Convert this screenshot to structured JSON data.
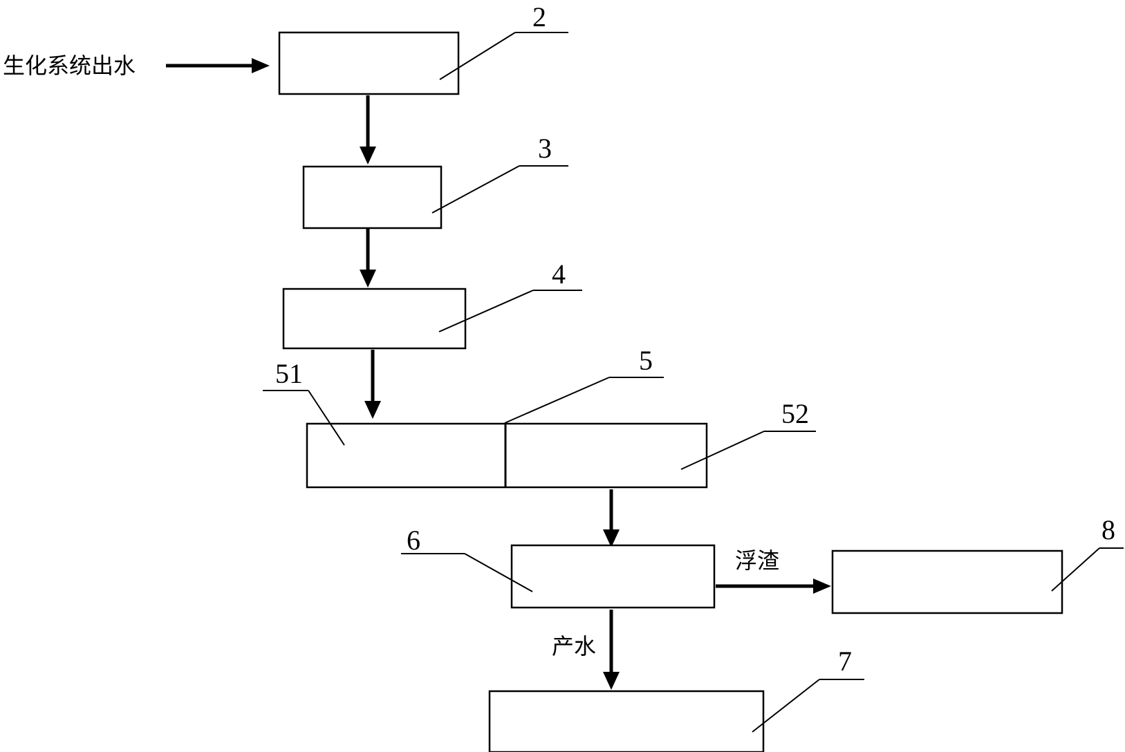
{
  "diagram": {
    "input_label": "生化系统出水",
    "flow_label_scum": "浮渣",
    "flow_label_product_water": "产水",
    "ref_numbers": {
      "n2": "2",
      "n3": "3",
      "n4": "4",
      "n5": "5",
      "n51": "51",
      "n52": "52",
      "n6": "6",
      "n7": "7",
      "n8": "8"
    }
  }
}
